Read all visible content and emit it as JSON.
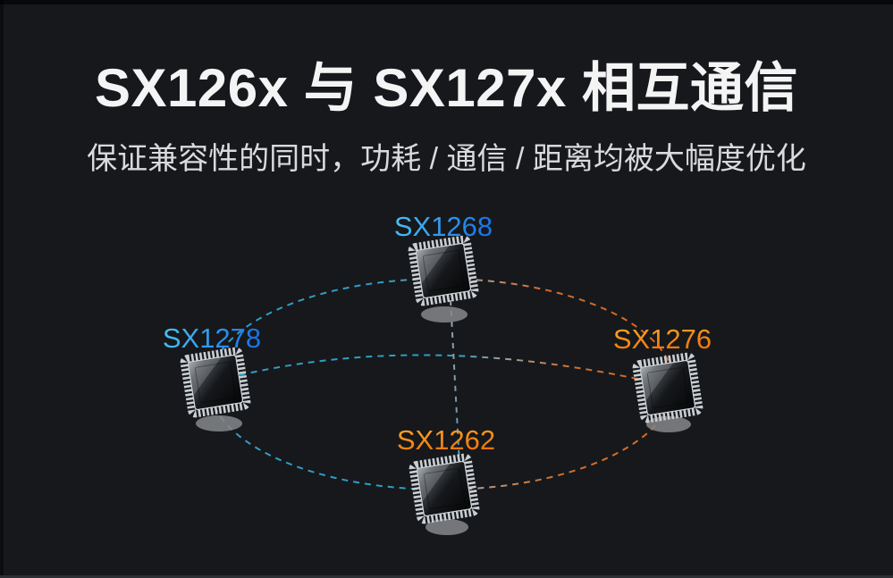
{
  "header": {
    "title": "SX126x 与 SX127x 相互通信",
    "subtitle": "保证兼容性的同时，功耗 / 通信 / 距离均被大幅度优化"
  },
  "diagram": {
    "nodes": [
      {
        "id": "sx1268",
        "label": "SX1268",
        "label_color_family": "blue",
        "position": "top-center"
      },
      {
        "id": "sx1278",
        "label": "SX1278",
        "label_color_family": "blue",
        "position": "left"
      },
      {
        "id": "sx1276",
        "label": "SX1276",
        "label_color_family": "orange",
        "position": "right"
      },
      {
        "id": "sx1262",
        "label": "SX1262",
        "label_color_family": "orange",
        "position": "bottom-center"
      }
    ],
    "links": [
      {
        "from": "SX1268",
        "to": "SX1278",
        "style": "dashed-arc",
        "color_start": "#7f98a0",
        "color_end": "#2f9ec2"
      },
      {
        "from": "SX1278",
        "to": "SX1262",
        "style": "dashed-arc",
        "color_start": "#2f9ec2",
        "color_end": "#2f9ec2"
      },
      {
        "from": "SX1268",
        "to": "SX1276",
        "style": "dashed-arc",
        "color_start": "#a8adb0",
        "color_end": "#e0661a"
      },
      {
        "from": "SX1276",
        "to": "SX1262",
        "style": "dashed-arc",
        "color_start": "#e0661a",
        "color_end": "#a8adb0"
      },
      {
        "from": "SX1278",
        "to": "SX1276",
        "style": "dashed-chord",
        "color_start": "#2f9ec2",
        "color_end": "#e0661a"
      },
      {
        "from": "SX1268",
        "to": "SX1262",
        "style": "dashed-chord",
        "color_start": "#9aa2a8",
        "color_end": "#3fa8c4"
      }
    ],
    "colors": {
      "background": "#16181c",
      "title_text": "#f4f4f5",
      "subtitle_text": "#d9dadb",
      "blue_dash": "#2f9ec2",
      "orange_dash": "#e0661a",
      "blue_label": "#2b9df0",
      "orange_label": "#f9821a",
      "shadow_gray": "#85878a"
    }
  }
}
